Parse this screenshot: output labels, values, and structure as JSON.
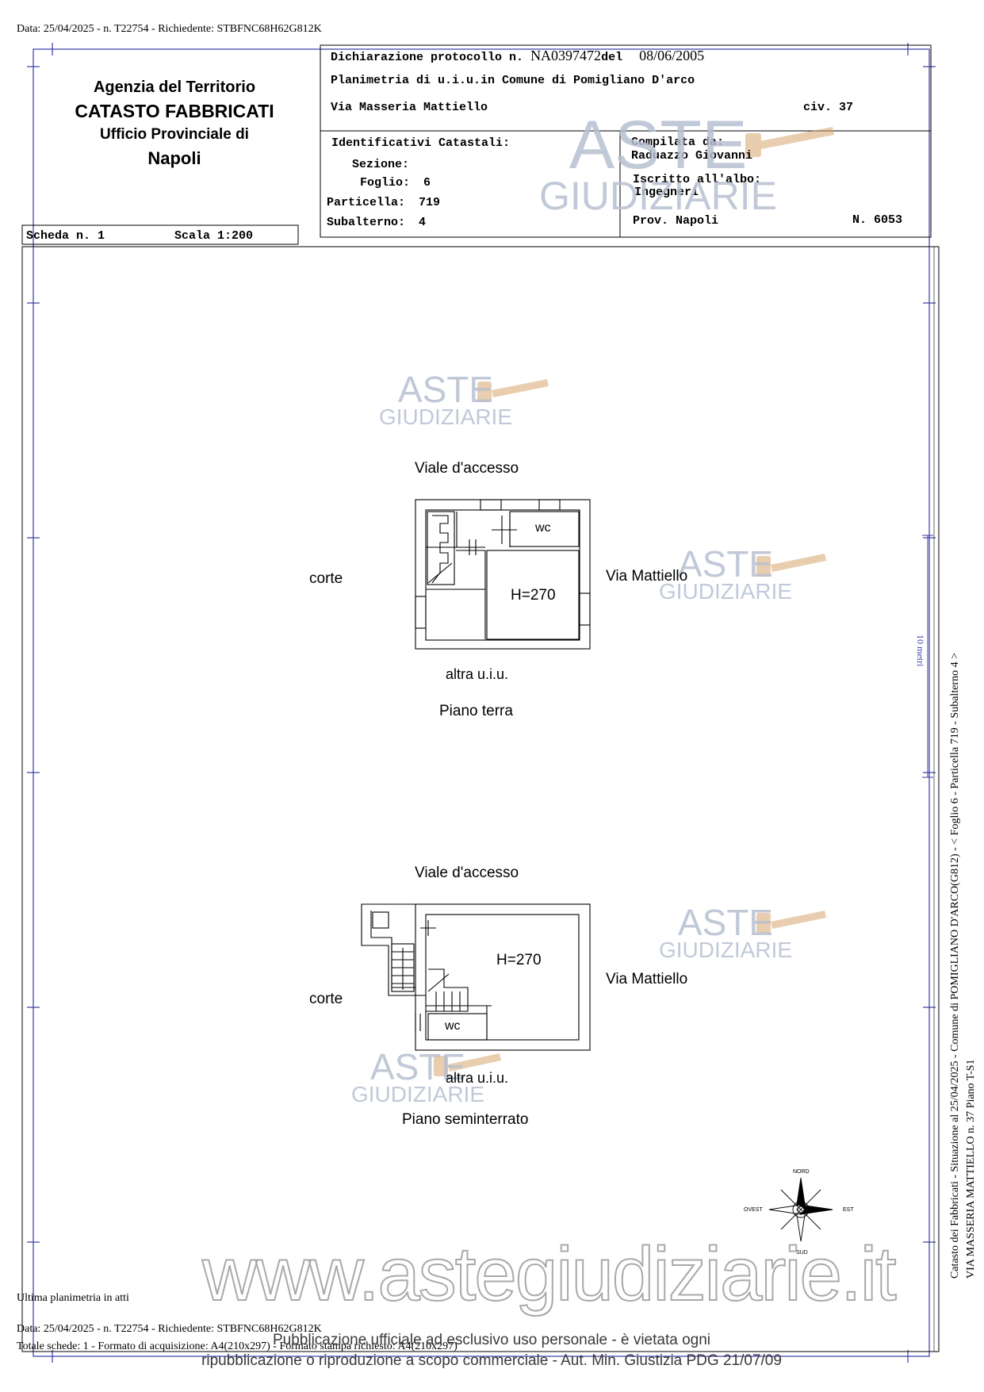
{
  "header_top": "Data: 25/04/2025 - n. T22754 - Richiedente: STBFNC68H62G812K",
  "agency": {
    "line1": "Agenzia del Territorio",
    "line2": "CATASTO FABBRICATI",
    "line3": "Ufficio Provinciale di",
    "line4": "Napoli"
  },
  "declaration": {
    "protocol_label": "Dichiarazione protocollo n.",
    "protocol_number": "NA0397472",
    "del_label": "del",
    "date": "08/06/2005",
    "planimetria": "Planimetria di u.i.u.in Comune di Pomigliano D'arco",
    "address": "Via Masseria Mattiello",
    "civ": "civ. 37"
  },
  "identifiers": {
    "title": "Identificativi Catastali:",
    "sezione_label": "Sezione:",
    "foglio_label": "Foglio:",
    "foglio_value": "6",
    "particella_label": "Particella:",
    "particella_value": "719",
    "subalterno_label": "Subalterno:",
    "subalterno_value": "4"
  },
  "compiler": {
    "label": "Compilata da:",
    "name": "Raduazzo Giovanni",
    "albo_label": "Iscritto all'albo:",
    "albo_value": "Ingegneri",
    "prov": "Prov. Napoli",
    "number": "N.  6053"
  },
  "scheda": {
    "label": "Scheda n. 1",
    "scale": "Scala 1:200"
  },
  "plan_ground": {
    "top_label": "Viale d'accesso",
    "left_label": "corte",
    "right_label": "Via Mattiello",
    "bottom_label": "altra u.i.u.",
    "title": "Piano terra",
    "wc": "wc",
    "height": "H=270"
  },
  "plan_basement": {
    "top_label": "Viale d'accesso",
    "left_label": "corte",
    "right_label": "Via Mattiello",
    "bottom_label": "altra u.i.u.",
    "title": "Piano seminterrato",
    "wc": "wc",
    "height": "H=270"
  },
  "compass": {
    "north": "NORD",
    "south": "SUD",
    "west": "OVEST",
    "east": "EST"
  },
  "side_text": {
    "line1": "Catasto dei Fabbricati - Situazione al 25/04/2025 - Comune di POMIGLIANO D'ARCO(G812) - < Foglio 6 - Particella 719 - Subalterno 4 >",
    "line2": "VIA MASSERIA MATTIELLO n. 37 Piano T-S1",
    "margin_mark": "10 metri"
  },
  "watermark": {
    "aste": "ASTE",
    "giudiziarie": "GIUDIZIARIE",
    "site": "www.astegiudiziarie.it",
    "notice_line1": "Pubblicazione ufficiale ad esclusivo uso personale - è vietata ogni",
    "notice_line2": "ripubblicazione o riproduzione a scopo commerciale - Aut. Min. Giustizia PDG 21/07/09"
  },
  "footer": {
    "last_plan": "Ultima planimetria in atti",
    "data_line": "Data: 25/04/2025 - n. T22754 - Richiedente: STBFNC68H62G812K",
    "totale_line": "Totale schede: 1 - Formato di acquisizione: A4(210x297) - Formato stampa richiesto: A4(210x297)"
  }
}
